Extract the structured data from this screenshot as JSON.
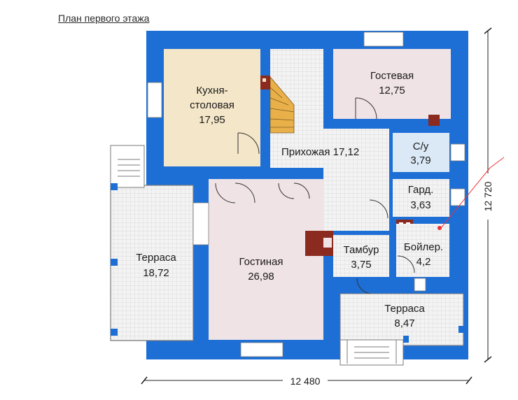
{
  "title": "План первого этажа",
  "dimensions": {
    "width": "12 480",
    "height": "12 720"
  },
  "rooms": {
    "kitchen": {
      "name_line1": "Кухня-",
      "name_line2": "столовая",
      "area": "17,95"
    },
    "guest": {
      "name": "Гостевая",
      "area": "12,75"
    },
    "hall": {
      "label": "Прихожая 17,12"
    },
    "wc": {
      "name": "С/у",
      "area": "3,79"
    },
    "wardrobe": {
      "name": "Гард.",
      "area": "3,63"
    },
    "terrace_left": {
      "name": "Терраса",
      "area": "18,72"
    },
    "living": {
      "name": "Гостиная",
      "area": "26,98"
    },
    "vestibule": {
      "name": "Тамбур",
      "area": "3,75"
    },
    "boiler": {
      "name": "Бойлер.",
      "area": "4,2"
    },
    "terrace_bottom": {
      "name": "Терраса",
      "area": "8,47"
    }
  },
  "colors": {
    "wall": "#1d6fd6",
    "kitchen": "#f4e6c8",
    "guest": "#f0e3e6",
    "tile": "#eeeeee",
    "living": "#f0e3e6",
    "fireplace": "#8b2a1f",
    "stairs": "#e9b04a"
  }
}
